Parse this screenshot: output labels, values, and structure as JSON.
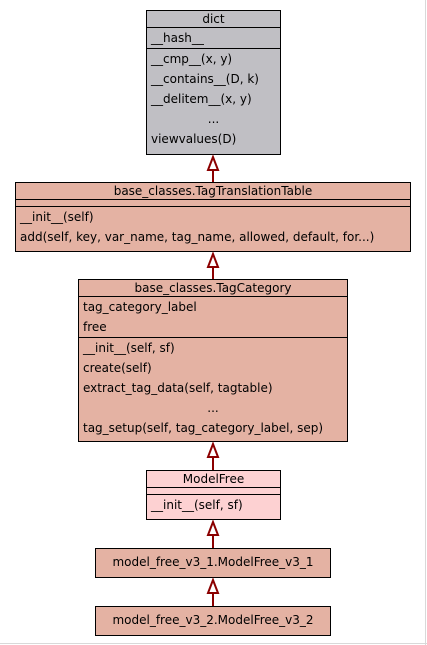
{
  "colors": {
    "dict_fill": "#c0bfc4",
    "base_fill": "#e4b2a3",
    "modelfree_fill": "#fdd1d2",
    "arrow": "#8b0000"
  },
  "classes": {
    "dict": {
      "name": "dict",
      "attributes": [
        "__hash__"
      ],
      "methods": [
        "__cmp__(x, y)",
        "__contains__(D, k)",
        "__delitem__(x, y)",
        "...",
        "viewvalues(D)"
      ]
    },
    "tag_translation_table": {
      "name": "base_classes.TagTranslationTable",
      "attributes": [],
      "methods": [
        "__init__(self)",
        "add(self, key, var_name, tag_name, allowed, default, for...)"
      ]
    },
    "tag_category": {
      "name": "base_classes.TagCategory",
      "attributes": [
        "tag_category_label",
        "free"
      ],
      "methods": [
        "__init__(self, sf)",
        "create(self)",
        "extract_tag_data(self, tagtable)",
        "...",
        "tag_setup(self, tag_category_label, sep)"
      ]
    },
    "model_free": {
      "name": "ModelFree",
      "attributes": [],
      "methods": [
        "__init__(self, sf)"
      ]
    },
    "model_free_v3_1": {
      "name": "model_free_v3_1.ModelFree_v3_1"
    },
    "model_free_v3_2": {
      "name": "model_free_v3_2.ModelFree_v3_2"
    }
  },
  "inheritance": [
    {
      "child": "model_free_v3_2",
      "parent": "model_free_v3_1"
    },
    {
      "child": "model_free_v3_1",
      "parent": "model_free"
    },
    {
      "child": "model_free",
      "parent": "tag_category"
    },
    {
      "child": "tag_category",
      "parent": "tag_translation_table"
    },
    {
      "child": "tag_translation_table",
      "parent": "dict"
    }
  ]
}
